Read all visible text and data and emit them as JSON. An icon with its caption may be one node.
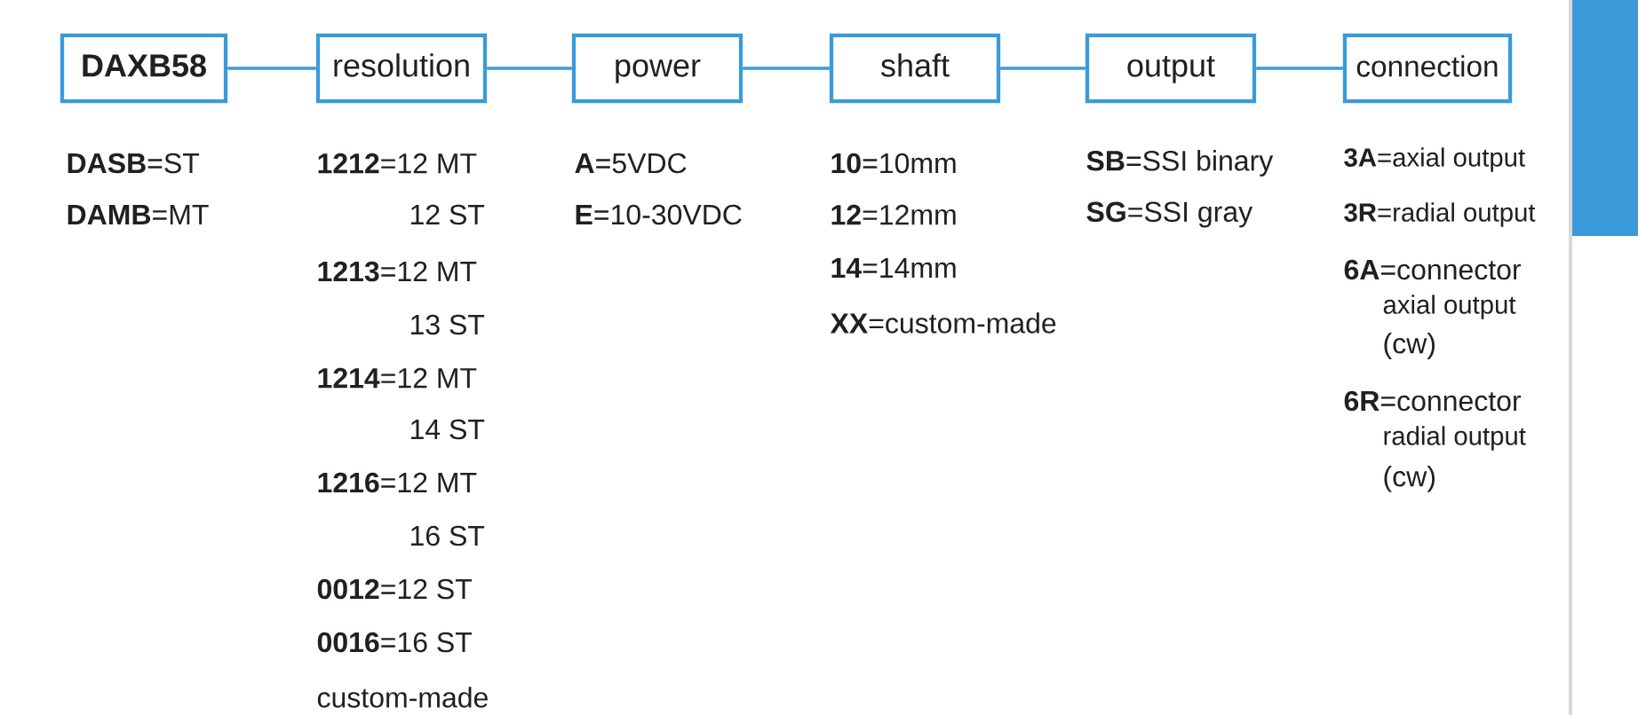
{
  "diagram": {
    "nodes": [
      {
        "text": [
          "DAXB58"
        ]
      },
      {
        "text": [
          "resolution"
        ]
      },
      {
        "text": [
          "power"
        ]
      },
      {
        "text": [
          "shaft"
        ]
      },
      {
        "text": [
          "output"
        ]
      },
      {
        "text": [
          "connection"
        ]
      }
    ],
    "edges": [
      {
        "from": 0,
        "to": 1,
        "arrow": "none"
      },
      {
        "from": 1,
        "to": 2,
        "arrow": "none"
      },
      {
        "from": 2,
        "to": 3,
        "arrow": "none"
      },
      {
        "from": 3,
        "to": 4,
        "arrow": "none"
      },
      {
        "from": 4,
        "to": 5,
        "arrow": "none"
      }
    ],
    "labels": [
      "**DASB**=ST",
      "**DAMB**=MT",
      "**1212**=12 MT",
      "12 ST",
      "**1213**=12 MT",
      "13 ST",
      "**1214**=12 MT",
      "14 ST",
      "**1216**=12 MT",
      "16 ST",
      "**0012**=12 ST",
      "**0016**=16 ST",
      "custom-made",
      "**A**=5VDC",
      "**E**=10-30VDC",
      "**10**=10mm",
      "**12**=12mm",
      "**14**=14mm",
      "**XX**=custom-made",
      "**SB**=SSI binary",
      "**SG**=SSI gray",
      "**3A**=axial output",
      "**3R**=radial output",
      "**6A**=connector",
      "axial output",
      "(cw)",
      "**6R**=connector",
      "radial output",
      "(cw)"
    ]
  }
}
